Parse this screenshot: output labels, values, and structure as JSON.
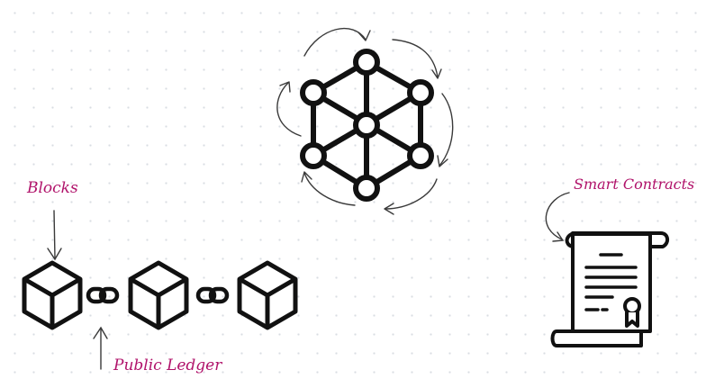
{
  "labels": {
    "blocks": "Blocks",
    "public_ledger": "Public Ledger",
    "smart_contracts": "Smart Contracts"
  },
  "colors": {
    "ink": "#111111",
    "annotation": "#b0126a",
    "arrow": "#3a3a3a",
    "grid_dot": "#d9dde2"
  },
  "icons": {
    "network": "network-hexagon-icon",
    "blocks": "cube-icon",
    "links": "chain-link-icon",
    "contract": "contract-scroll-icon"
  }
}
